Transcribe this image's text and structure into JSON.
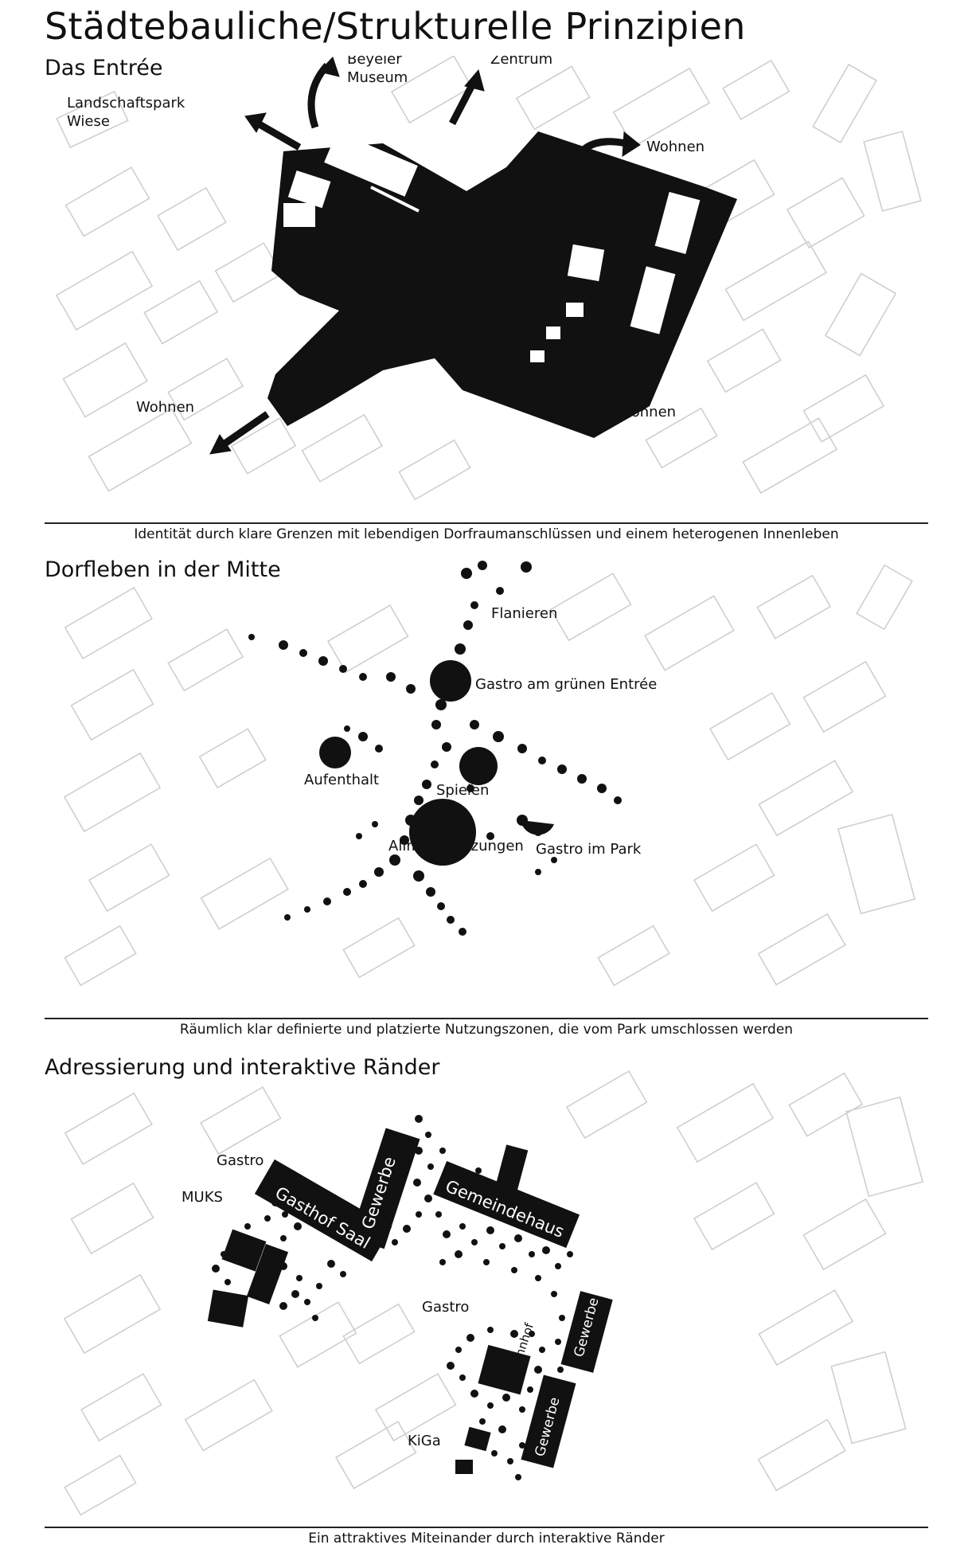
{
  "page_title": "Städtebauliche/Strukturelle Prinzipien",
  "sections": [
    {
      "title": "Das Entrée",
      "caption": "Identität durch klare Grenzen mit lebendigen Dorfraumanschlüssen und einem heterogenen Innenleben",
      "labels": {
        "landschaftspark_1": "Landschaftspark",
        "landschaftspark_2": "Wiese",
        "beyeler_1": "Beyeler",
        "beyeler_2": "Museum",
        "zentrum": "Zentrum",
        "wohnen_ne": "Wohnen",
        "wohnen_sw": "Wohnen",
        "wohnen_se": "Wohnen"
      }
    },
    {
      "title": "Dorfleben in der Mitte",
      "caption": "Räumlich klar definierte und platzierte Nutzungszonen, die vom Park umschlossen werden",
      "labels": {
        "flanieren": "Flanieren",
        "gastro_gruen": "Gastro am grünen Entrée",
        "aufenthalt": "Aufenthalt",
        "spielen": "Spielen",
        "allmend": "Allmendnutzungen",
        "gastro_park": "Gastro im Park"
      }
    },
    {
      "title": "Adressierung und interaktive Ränder",
      "caption": "Ein attraktives Miteinander durch interaktive Ränder",
      "labels": {
        "gastro_1": "Gastro",
        "muks": "MUKS",
        "gasthof_saal": "Gasthof Saal",
        "gewerbe_1": "Gewerbe",
        "gemeindehaus": "Gemeindehaus",
        "gastro_2": "Gastro",
        "bahnhof": "Bahnhof",
        "gewerbe_2": "Gewerbe",
        "gewerbe_3": "Gewerbe",
        "kiga": "KiGa"
      }
    }
  ],
  "colors": {
    "ink": "#111111",
    "base_map": "#cfcfcf",
    "rule": "#222222"
  }
}
